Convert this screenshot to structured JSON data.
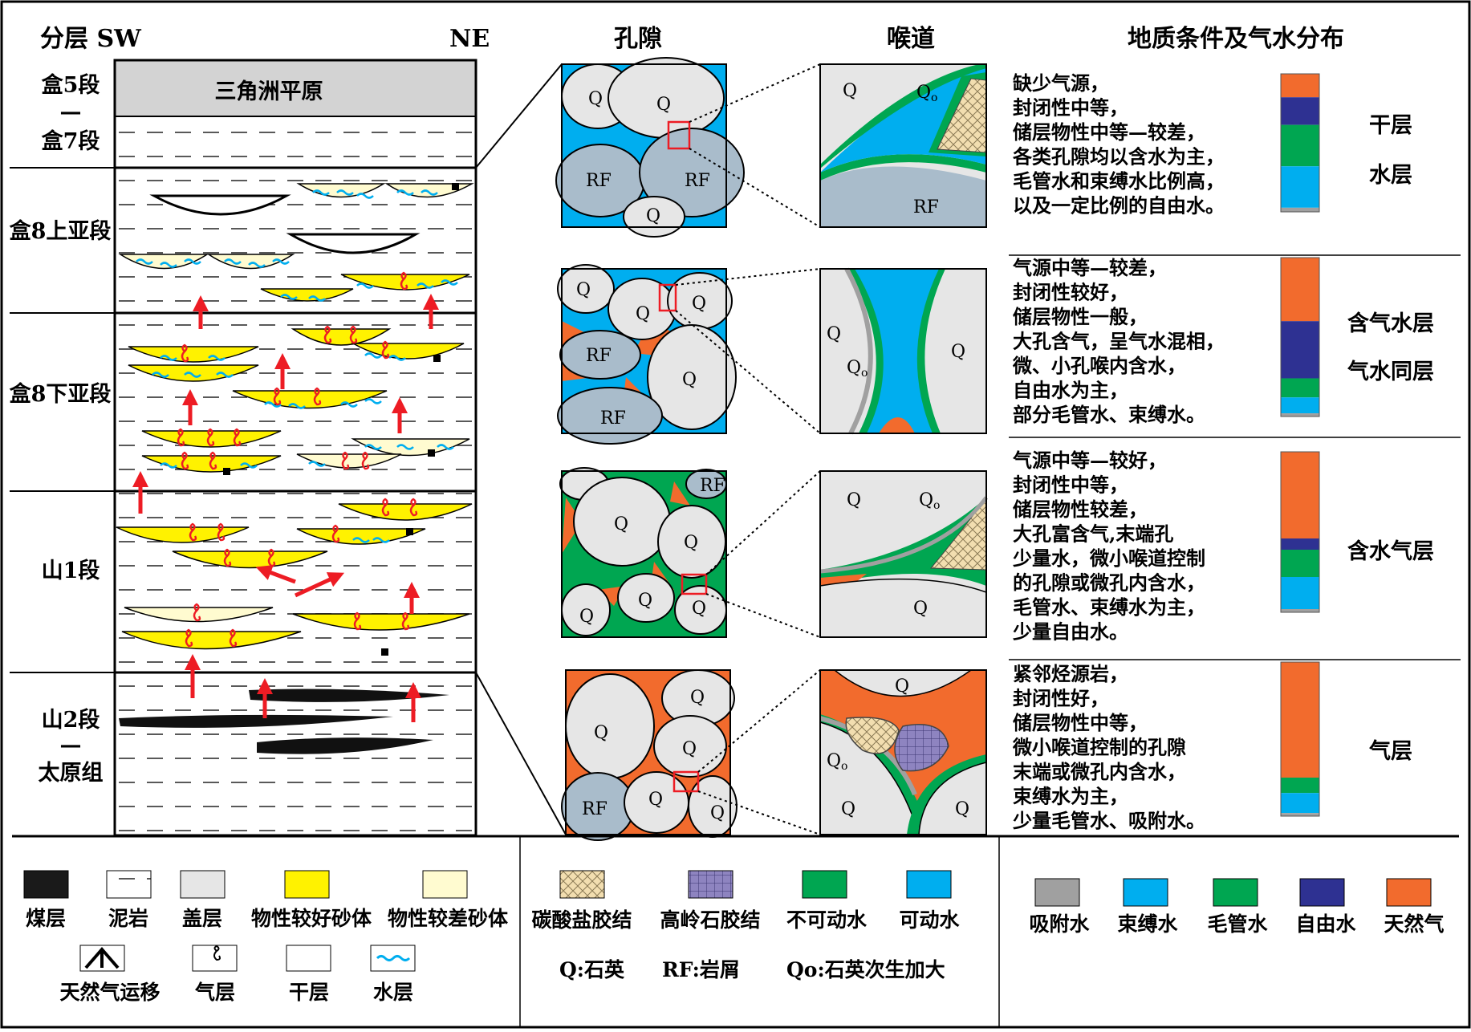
{
  "headers": {
    "layer": "分层 SW",
    "ne": "NE",
    "pore": "孔隙",
    "throat": "喉道",
    "condition": "地质条件及气水分布"
  },
  "layers": [
    {
      "name_top": "盒5段",
      "name_mid": "—",
      "name_bottom": "盒7段"
    },
    {
      "name": "盒8上亚段"
    },
    {
      "name": "盒8下亚段"
    },
    {
      "name": "山1段"
    },
    {
      "name_top": "山2段",
      "name_mid": "—",
      "name_bottom": "太原组"
    }
  ],
  "delta_plain": "三角洲平原",
  "grains": {
    "q": "Q",
    "rf": "RF",
    "qo": "Qo"
  },
  "conditions": [
    {
      "lines": [
        "缺少气源，",
        "封闭性中等，",
        "储层物性中等—较差，",
        "各类孔隙均以含水为主，",
        "毛管水和束缚水比例高，",
        "以及一定比例的自由水。"
      ],
      "labels": [
        "干层",
        "水层"
      ],
      "column": [
        {
          "color": "#f26b2d",
          "frac": 0.17
        },
        {
          "color": "#2e3192",
          "frac": 0.2
        },
        {
          "color": "#00a651",
          "frac": 0.3
        },
        {
          "color": "#00aeef",
          "frac": 0.3
        },
        {
          "color": "#a0a0a0",
          "frac": 0.03
        }
      ]
    },
    {
      "lines": [
        "气源中等—较差，",
        "封闭性较好，",
        "储层物性一般，",
        "大孔含气，呈气水混相，",
        "微、小孔喉内含水，",
        "自由水为主，",
        "部分毛管水、束缚水。"
      ],
      "labels": [
        "含气水层",
        "气水同层"
      ],
      "column": [
        {
          "color": "#f26b2d",
          "frac": 0.4
        },
        {
          "color": "#2e3192",
          "frac": 0.36
        },
        {
          "color": "#00a651",
          "frac": 0.12
        },
        {
          "color": "#00aeef",
          "frac": 0.1
        },
        {
          "color": "#a0a0a0",
          "frac": 0.02
        }
      ]
    },
    {
      "lines": [
        "气源中等—较好，",
        "封闭性中等，",
        "储层物性较差，",
        "大孔富含气,末端孔",
        "少量水，微小喉道控制",
        "的孔隙或微孔内含水，",
        "毛管水、束缚水为主，",
        "少量自由水。"
      ],
      "labels": [
        "含水气层"
      ],
      "column": [
        {
          "color": "#f26b2d",
          "frac": 0.54
        },
        {
          "color": "#2e3192",
          "frac": 0.07
        },
        {
          "color": "#00a651",
          "frac": 0.17
        },
        {
          "color": "#00aeef",
          "frac": 0.2
        },
        {
          "color": "#a0a0a0",
          "frac": 0.02
        }
      ]
    },
    {
      "lines": [
        "紧邻烃源岩，",
        "封闭性好，",
        "储层物性中等，",
        "微小喉道控制的孔隙",
        "末端或微孔内含水，",
        "束缚水为主，",
        "少量毛管水、吸附水。"
      ],
      "labels": [
        "气层"
      ],
      "column": [
        {
          "color": "#f26b2d",
          "frac": 0.75
        },
        {
          "color": "#00a651",
          "frac": 0.1
        },
        {
          "color": "#00aeef",
          "frac": 0.13
        },
        {
          "color": "#a0a0a0",
          "frac": 0.02
        }
      ]
    }
  ],
  "legend": {
    "rock": [
      {
        "key": "coal",
        "label": "煤层",
        "color": "#1a1a1a"
      },
      {
        "key": "mudstone",
        "label": "泥岩",
        "color": "#ffffff"
      },
      {
        "key": "caprock",
        "label": "盖层",
        "color": "#e6e6e6"
      },
      {
        "key": "good_sand",
        "label": "物性较好砂体",
        "color": "#fff200"
      },
      {
        "key": "poor_sand",
        "label": "物性较差砂体",
        "color": "#fffbd0"
      }
    ],
    "rock2": [
      {
        "key": "migration",
        "label": "天然气运移"
      },
      {
        "key": "gas_layer",
        "label": "气层"
      },
      {
        "key": "dry_layer",
        "label": "干层"
      },
      {
        "key": "water_layer",
        "label": "水层"
      }
    ],
    "cement": [
      {
        "key": "carbonate",
        "label": "碳酸盐胶结",
        "color": "#f2deb0"
      },
      {
        "key": "kaolinite",
        "label": "高岭石胶结",
        "color": "#8e84c0"
      },
      {
        "key": "immobile",
        "label": "不可动水",
        "color": "#00a651"
      },
      {
        "key": "movable",
        "label": "可动水",
        "color": "#00aeef"
      }
    ],
    "minerals": [
      "Q:石英",
      "RF:岩屑",
      "Qo:石英次生加大"
    ],
    "water": [
      {
        "key": "adsorbed",
        "label": "吸附水",
        "color": "#a0a0a0"
      },
      {
        "key": "bound",
        "label": "束缚水",
        "color": "#00aeef"
      },
      {
        "key": "capillary",
        "label": "毛管水",
        "color": "#00a651"
      },
      {
        "key": "free",
        "label": "自由水",
        "color": "#2e3192"
      },
      {
        "key": "gas",
        "label": "天然气",
        "color": "#f26b2d"
      }
    ]
  },
  "colors": {
    "gas": "#f26b2d",
    "movable_water": "#00aeef",
    "immobile_water": "#00a651",
    "free_water": "#2e3192",
    "adsorbed": "#a0a0a0",
    "grain": "#e6e6e6",
    "rock_fragment": "#a9bccb",
    "good_sand": "#fff200",
    "poor_sand": "#fffbd0",
    "arrow": "#ed1c24"
  }
}
